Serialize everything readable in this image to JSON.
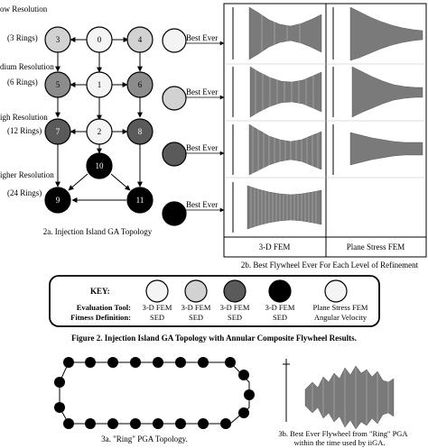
{
  "topology": {
    "levels": [
      {
        "label": "ow Resolution",
        "rings": "(3 Rings)"
      },
      {
        "label": "dium Resolution",
        "rings": "(6 Rings)"
      },
      {
        "label": "igh Resolution",
        "rings": "(12 Rings)"
      },
      {
        "label": "igher Resolution",
        "rings": "(24 Rings)"
      }
    ],
    "nodes": [
      {
        "id": "0",
        "tone": "white"
      },
      {
        "id": "3",
        "tone": "light"
      },
      {
        "id": "4",
        "tone": "light"
      },
      {
        "id": "1",
        "tone": "white"
      },
      {
        "id": "5",
        "tone": "mid"
      },
      {
        "id": "6",
        "tone": "mid"
      },
      {
        "id": "2",
        "tone": "white"
      },
      {
        "id": "7",
        "tone": "dark"
      },
      {
        "id": "8",
        "tone": "dark"
      },
      {
        "id": "10",
        "tone": "black"
      },
      {
        "id": "9",
        "tone": "black"
      },
      {
        "id": "11",
        "tone": "black"
      }
    ],
    "caption": "2a. Injection Island GA Topology"
  },
  "best_ever": {
    "labels": [
      "Best Ever",
      "Best Ever",
      "Best Ever",
      "Best Ever"
    ],
    "col_fem3d": "3-D FEM",
    "col_plane": "Plane Stress FEM",
    "caption": "2b. Best Flywheel Ever For Each Level of Refinement"
  },
  "key": {
    "title": "KEY:",
    "row1_label": "Evaluation Tool:",
    "row2_label": "Fitness Definition:",
    "items": [
      {
        "line1": "3-D FEM",
        "line2": "SED"
      },
      {
        "line1": "3-D FEM",
        "line2": "SED"
      },
      {
        "line1": "3-D FEM",
        "line2": "SED"
      },
      {
        "line1": "3-D FEM",
        "line2": "SED"
      },
      {
        "line1": "Plane Stress FEM",
        "line2": "Angular Velocity"
      }
    ]
  },
  "figure_caption": "Figure 2. Injection Island GA Topology with Annular Composite Flywheel Results.",
  "ring_caption": "3a. \"Ring\" PGA Topology.",
  "ring_best": {
    "line1": "3b. Best Ever Flywheel from \"Ring\" PGA",
    "line2": "within the time used by iiGA."
  },
  "colors": {
    "white": "#f4f4f4",
    "light": "#d2d2d2",
    "mid": "#8c8c8c",
    "dark": "#5a5a5a",
    "black": "#000000",
    "flywheel": "#7a7a7a"
  }
}
